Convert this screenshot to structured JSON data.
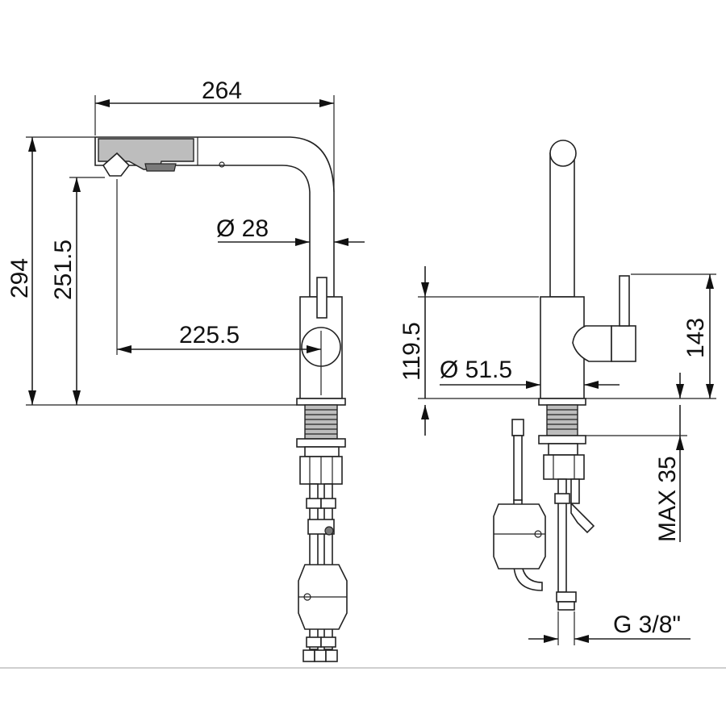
{
  "side_view": {
    "width_label": "264",
    "total_height_label": "294",
    "spout_height_label": "251.5",
    "reach_label": "225.5",
    "spout_diameter_label": "Ø 28"
  },
  "front_view": {
    "body_height_label": "119.5",
    "lever_height_label": "143",
    "base_diameter_label": "Ø 51.5",
    "max_counter_label": "MAX 35",
    "thread_label": "G 3/8\""
  },
  "colors": {
    "line": "#222222",
    "fill_grey": "#bdbdbd",
    "background": "#ffffff"
  }
}
